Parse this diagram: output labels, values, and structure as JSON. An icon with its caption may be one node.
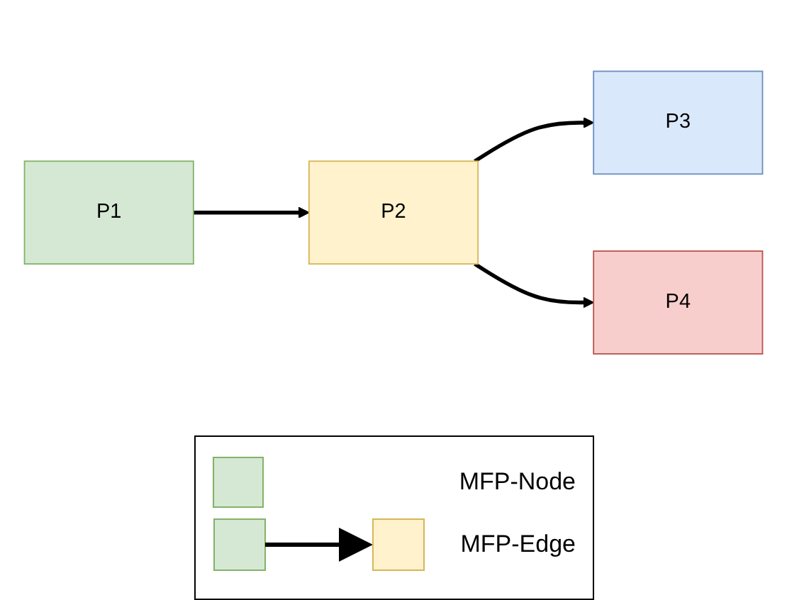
{
  "diagram": {
    "nodes": [
      {
        "text": [
          "P3"
        ]
      },
      {
        "text": [
          "P1"
        ]
      },
      {
        "text": [
          "P2"
        ]
      },
      {
        "text": [
          "P4"
        ]
      }
    ],
    "edges": [
      {
        "from": 1,
        "to": 2,
        "arrow": "to"
      },
      {
        "from": 2,
        "to": 0,
        "arrow": "to"
      },
      {
        "from": 2,
        "to": 3,
        "arrow": "to"
      }
    ],
    "legend": [
      {
        "text": "MFP-Node",
        "color": "#d5e8d4"
      },
      {
        "text": "MFP-Edge"
      }
    ]
  }
}
